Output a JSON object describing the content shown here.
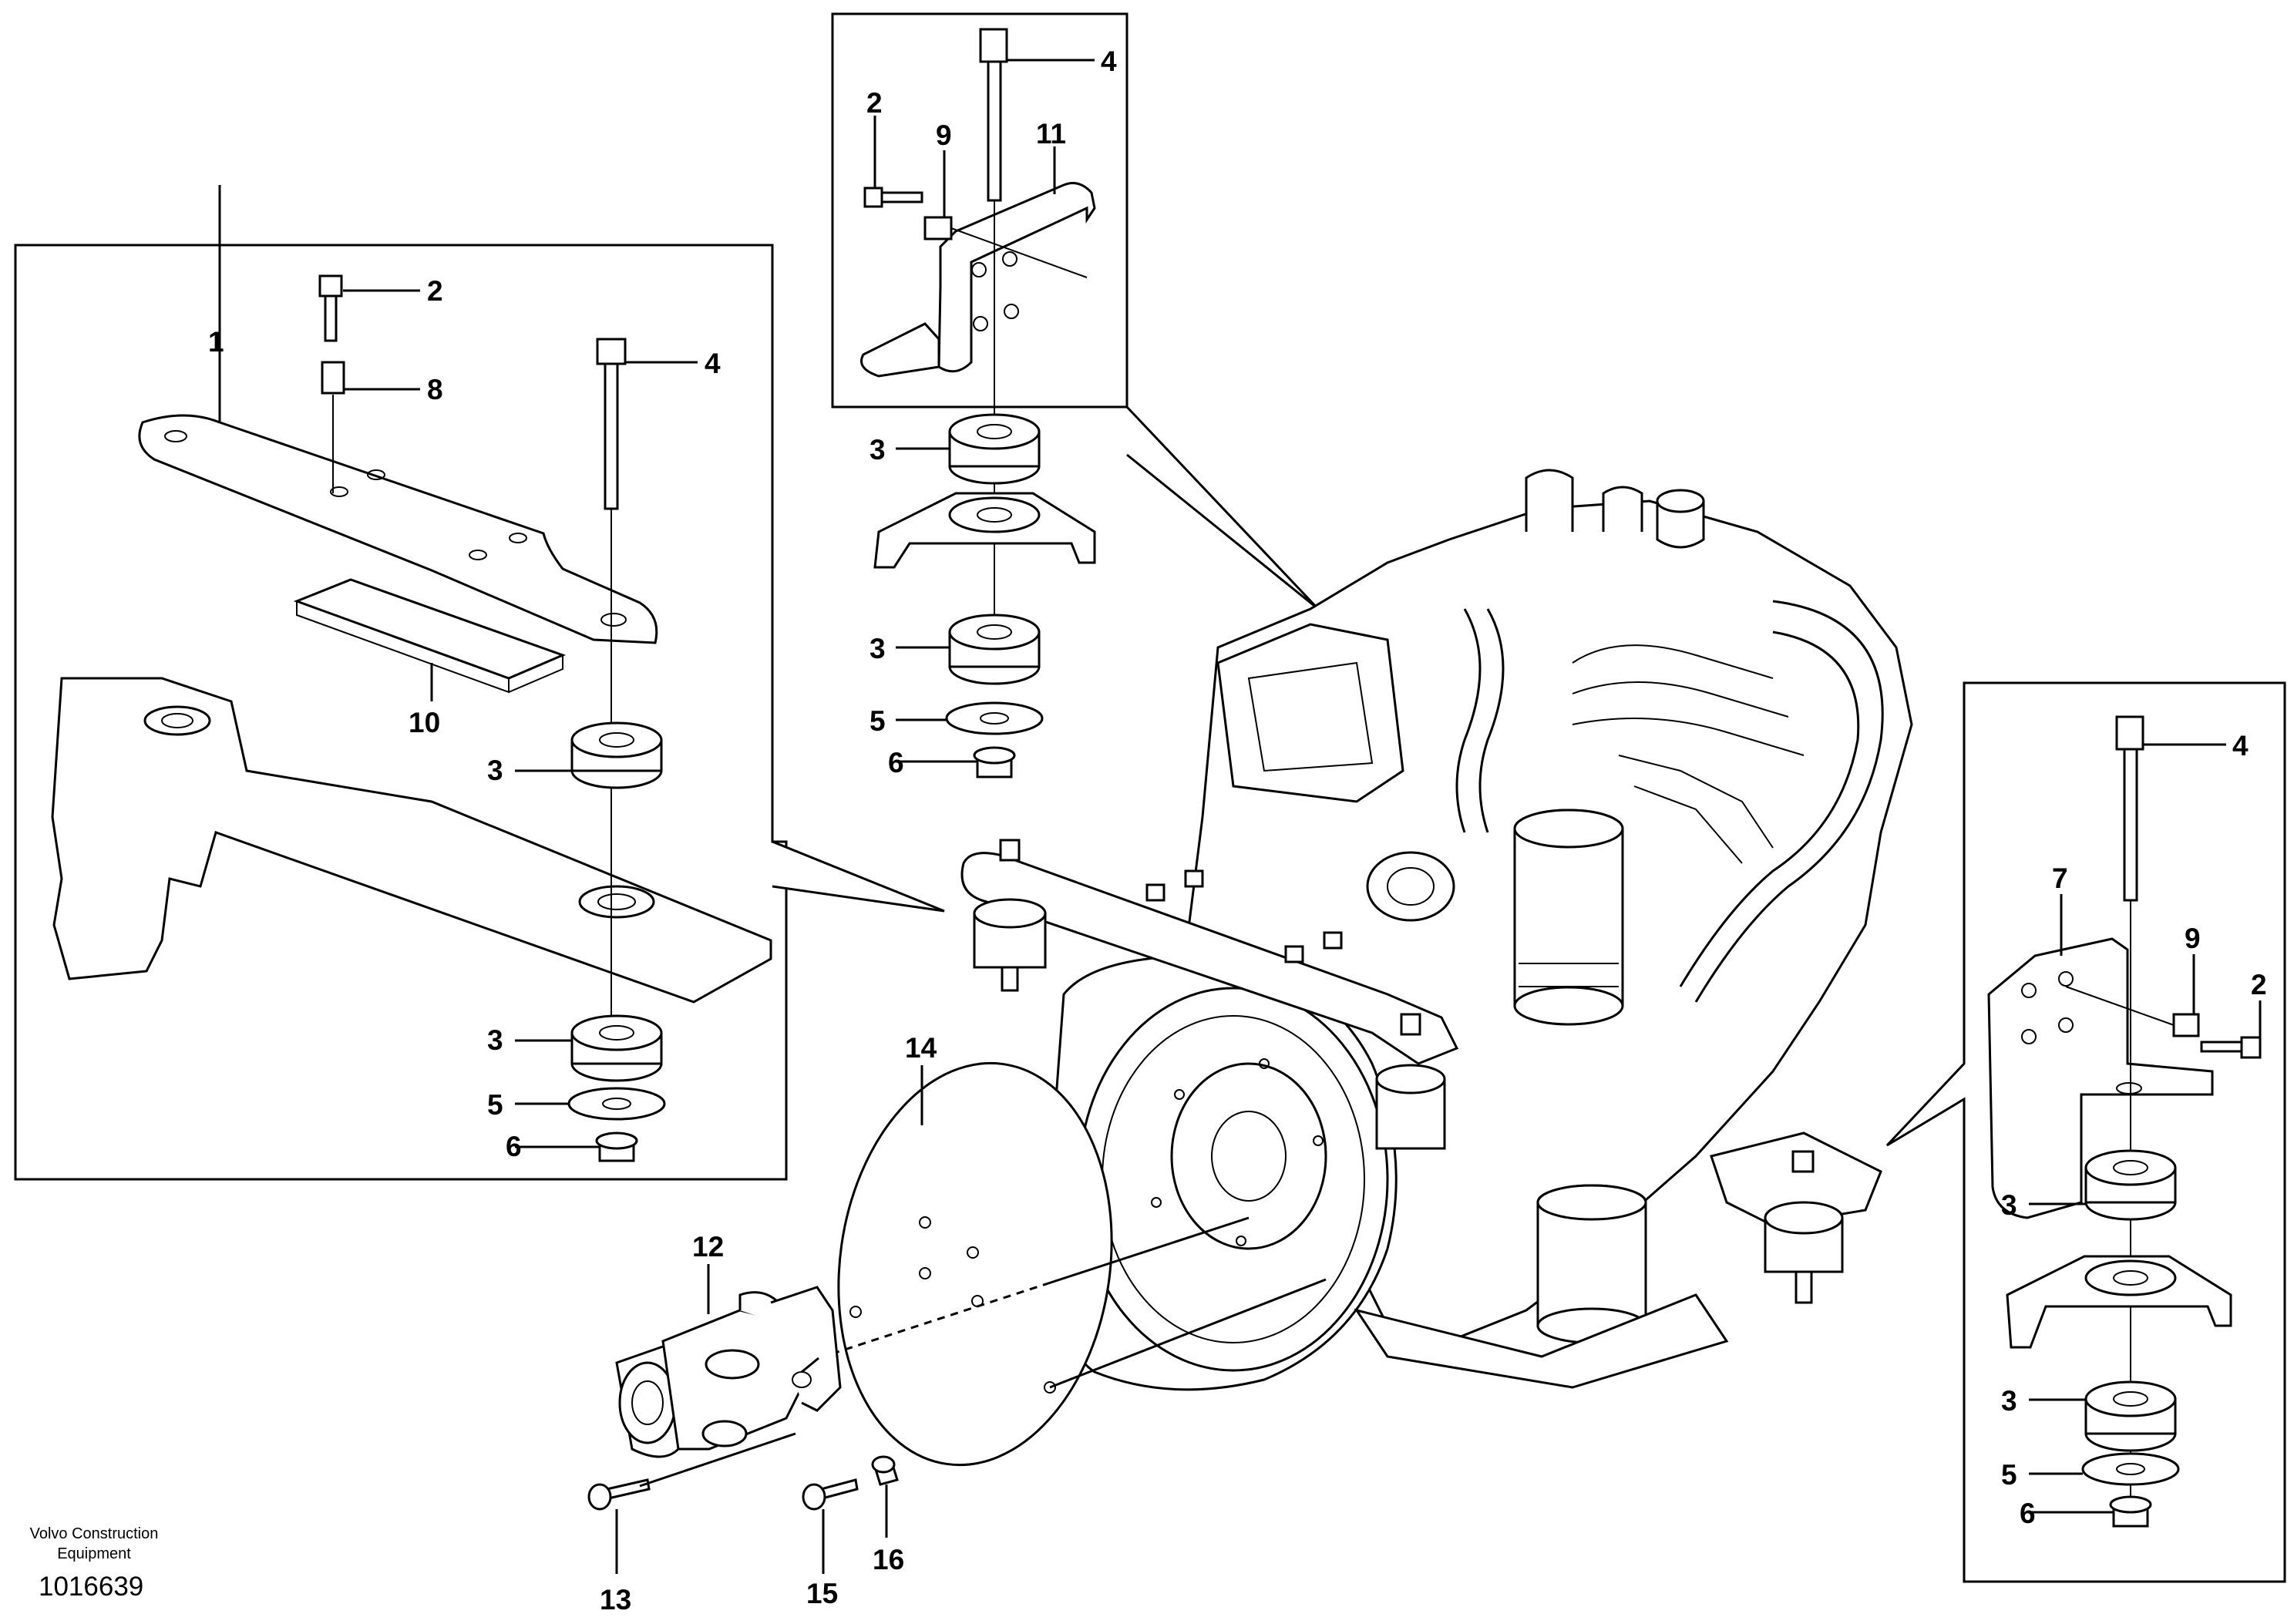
{
  "drawing": {
    "publisher_line1": "Volvo Construction",
    "publisher_line2": "Equipment",
    "document_id": "1016639"
  },
  "callouts": {
    "c1": "1",
    "c2_left": "2",
    "c4_left": "4",
    "c8": "8",
    "c10": "10",
    "c3_left_top": "3",
    "c3_left_bot": "3",
    "c5_left": "5",
    "c6_left": "6",
    "c2_top": "2",
    "c9_top": "9",
    "c11": "11",
    "c4_top": "4",
    "c3_top_a": "3",
    "c3_top_b": "3",
    "c5_top": "5",
    "c6_top": "6",
    "c4_right": "4",
    "c7": "7",
    "c9_right": "9",
    "c2_right": "2",
    "c3_right_a": "3",
    "c3_right_b": "3",
    "c5_right": "5",
    "c6_right": "6",
    "c12": "12",
    "c13": "13",
    "c14": "14",
    "c15": "15",
    "c16": "16"
  }
}
